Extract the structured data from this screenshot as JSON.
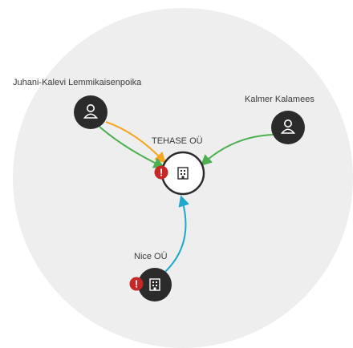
{
  "graph": {
    "nodes": [
      {
        "id": "juhani",
        "label": "Juhani-Kalevi Lemmikaisenpoika",
        "kind": "person",
        "style": "dark",
        "warning": false
      },
      {
        "id": "kalmer",
        "label": "Kalmer Kalamees",
        "kind": "person",
        "style": "dark",
        "warning": false
      },
      {
        "id": "tehase",
        "label": "TEHASE OÜ",
        "kind": "company",
        "style": "focus",
        "warning": true
      },
      {
        "id": "nice",
        "label": "Nice OÜ",
        "kind": "company",
        "style": "dark",
        "warning": true
      }
    ],
    "edges": [
      {
        "from": "juhani",
        "to": "tehase",
        "color": "#f5a623"
      },
      {
        "from": "juhani",
        "to": "tehase",
        "color": "#4caf50"
      },
      {
        "from": "kalmer",
        "to": "tehase",
        "color": "#4caf50"
      },
      {
        "from": "nice",
        "to": "tehase",
        "color": "#1fa8c9"
      }
    ],
    "warning_glyph": "!",
    "colors": {
      "background_disc": "#eeeeee",
      "node_dark": "#2b2b2b",
      "node_focus_fill": "#ffffff",
      "node_focus_stroke": "#2b2b2b",
      "warning": "#c62828"
    }
  }
}
